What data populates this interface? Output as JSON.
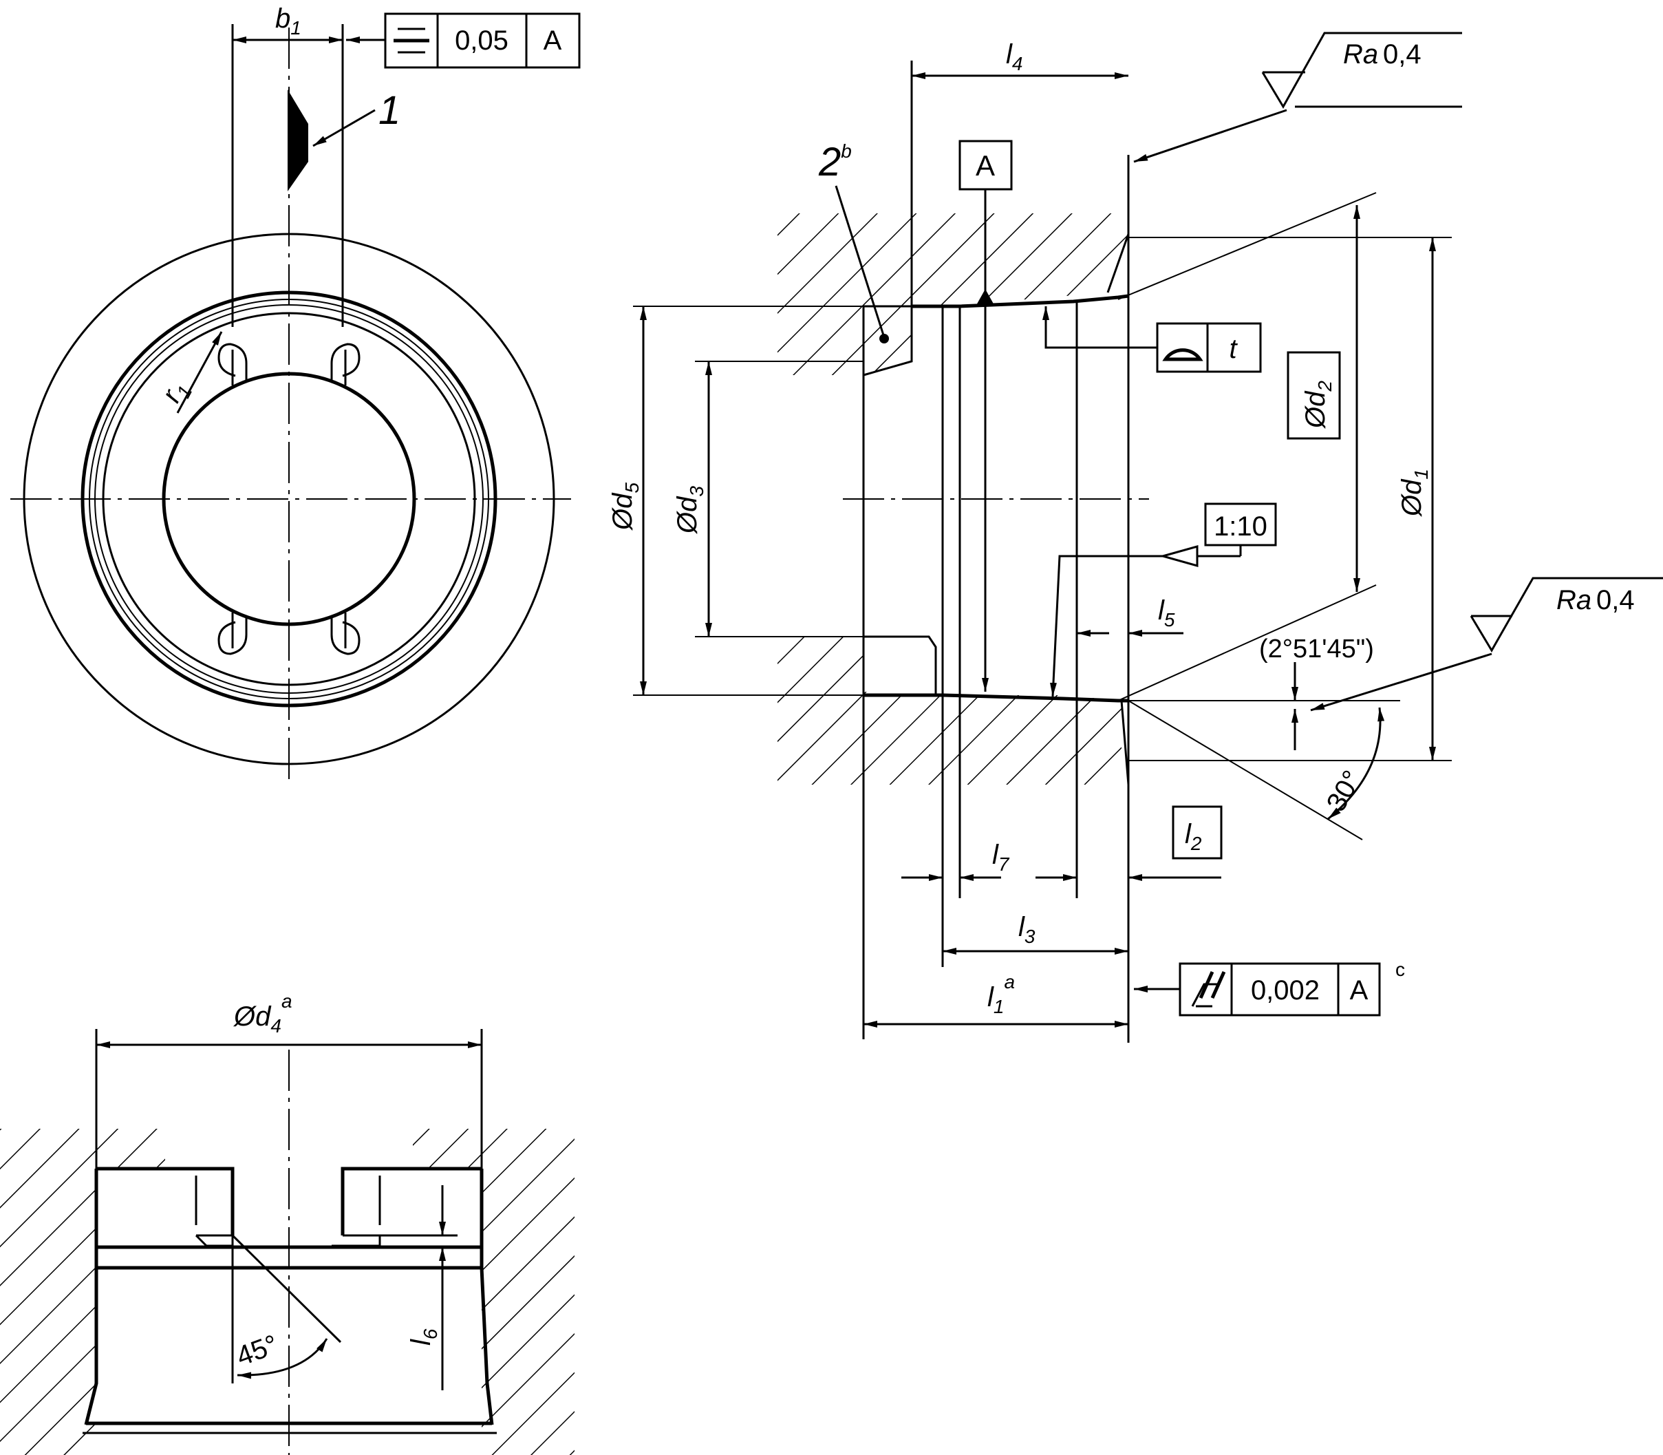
{
  "colors": {
    "ink": "#000000",
    "paper": "#ffffff"
  },
  "top_left": {
    "dim_b": {
      "sym": "b",
      "sub": "1"
    },
    "symmetry_frame": {
      "icon": "symmetry-icon",
      "value": "0,05",
      "datum": "A"
    },
    "callout_1": "1",
    "dim_r": {
      "sym": "r",
      "sub": "1"
    }
  },
  "right_view": {
    "dim_l4": {
      "sym": "l",
      "sub": "4"
    },
    "ra_top": {
      "label": "Ra",
      "value": "0,4"
    },
    "ra_bottom": {
      "label": "Ra",
      "value": "0,4"
    },
    "datum_box": "A",
    "callout_2": {
      "num": "2",
      "sup": "b"
    },
    "profile_frame": {
      "icon": "profile-of-surface-icon",
      "value": "t"
    },
    "dim_d2": {
      "phi": "Ø",
      "sym": "d",
      "sub": "2"
    },
    "dim_d1": {
      "phi": "Ø",
      "sym": "d",
      "sub": "1"
    },
    "dim_d5": {
      "phi": "Ø",
      "sym": "d",
      "sub": "5"
    },
    "dim_d3": {
      "phi": "Ø",
      "sym": "d",
      "sub": "3"
    },
    "taper": "1:10",
    "dim_l5": {
      "sym": "l",
      "sub": "5"
    },
    "angle_small": "(2°51'45\")",
    "angle_30": "30°",
    "dim_l2": {
      "sym": "l",
      "sub": "2"
    },
    "dim_l7": {
      "sym": "l",
      "sub": "7"
    },
    "dim_l3": {
      "sym": "l",
      "sub": "3"
    },
    "dim_l1": {
      "sym": "l",
      "sub": "1",
      "sup": "a"
    },
    "runout_frame": {
      "icon": "total-runout-icon",
      "value": "0,002",
      "datum": "A",
      "note": "c"
    }
  },
  "bottom_view": {
    "dim_d4": {
      "phi": "Ø",
      "sym": "d",
      "sub": "4",
      "sup": "a"
    },
    "angle_45": "45°",
    "dim_l6": {
      "sym": "l",
      "sub": "6"
    }
  }
}
